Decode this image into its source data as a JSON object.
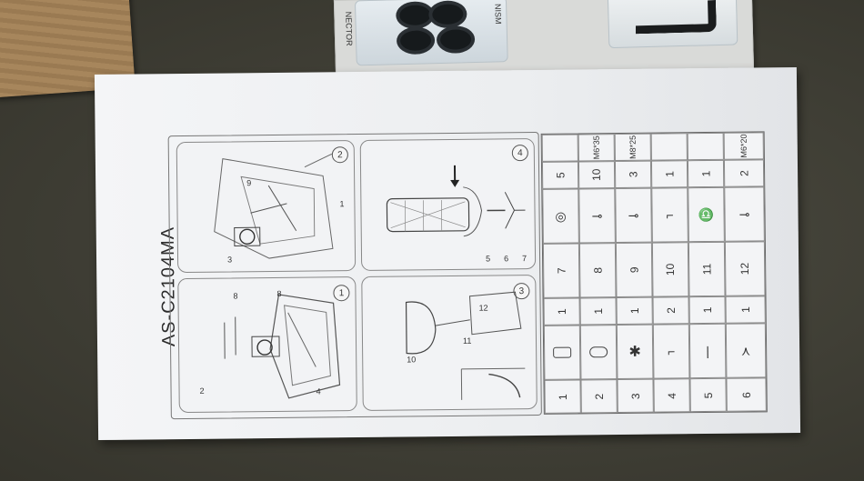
{
  "sheet": {
    "model": "AS-C2104MA",
    "steps": [
      "1",
      "2",
      "3",
      "4"
    ],
    "callouts": {
      "step1": [
        "8",
        "8",
        "2",
        "4"
      ],
      "step2": [
        "9",
        "3",
        "1"
      ],
      "step3": [
        "10",
        "11",
        "12"
      ],
      "step4": [
        "5",
        "6",
        "7"
      ]
    }
  },
  "parts_table": {
    "left": [
      {
        "no": "1",
        "qty": "1"
      },
      {
        "no": "2",
        "qty": "1"
      },
      {
        "no": "3",
        "qty": "1"
      },
      {
        "no": "4",
        "qty": "2"
      },
      {
        "no": "5",
        "qty": "1"
      },
      {
        "no": "6",
        "qty": "1"
      }
    ],
    "right": [
      {
        "no": "7",
        "qty": "5",
        "spec": ""
      },
      {
        "no": "8",
        "qty": "10",
        "spec": "M6*35"
      },
      {
        "no": "9",
        "qty": "3",
        "spec": "M8*25"
      },
      {
        "no": "10",
        "qty": "1",
        "spec": ""
      },
      {
        "no": "11",
        "qty": "1",
        "spec": ""
      },
      {
        "no": "12",
        "qty": "2",
        "spec": "M6*20"
      }
    ]
  },
  "blister_labels": {
    "left": "NECTOR",
    "right": "NISM"
  },
  "colors": {
    "table_border": "#8a8a8a",
    "paper": "#f1f2f4",
    "background": "#43423a"
  }
}
